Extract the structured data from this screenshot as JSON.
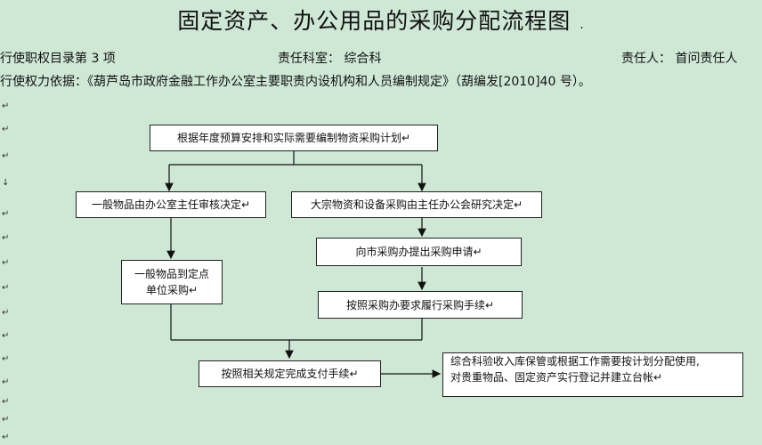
{
  "title": "固定资产、办公用品的采购分配流程图",
  "title_mark": ".",
  "meta": {
    "catalog": "行使职权目录第 3 项",
    "department": "责任科室：  综合科",
    "responsible": "责任人：  首问责任人",
    "basis": "行使权力依据：《葫芦岛市政府金融工作办公室主要职责内设机构和人员编制规定》（葫编发[2010]40 号）。"
  },
  "markers": [
    "↵",
    "↵",
    "↵",
    "↓",
    "↵",
    "↵",
    "↵",
    "↵",
    "↵",
    "↵",
    "↵",
    "↵",
    "↵",
    "↵",
    "↵"
  ],
  "nodes": {
    "plan": "根据年度预算安排和实际需要编制物资采购计划↵",
    "general_review": "一般物品由办公室主任审核决定↵",
    "bulk_decision": "大宗物资和设备采购由主任办公会研究决定↵",
    "apply": "向市采购办提出采购申请↵",
    "general_purchase_line1": "一般物品到定点",
    "general_purchase_line2": "单位采购↵",
    "procedures": "按照采购办要求履行采购手续↵",
    "payment": "按照相关规定完成支付手续↵",
    "final_line1": "综合科验收入库保管或根据工作需要按计划分配使用,",
    "final_line2": "对贵重物品、固定资产实行登记并建立台帐↵"
  }
}
